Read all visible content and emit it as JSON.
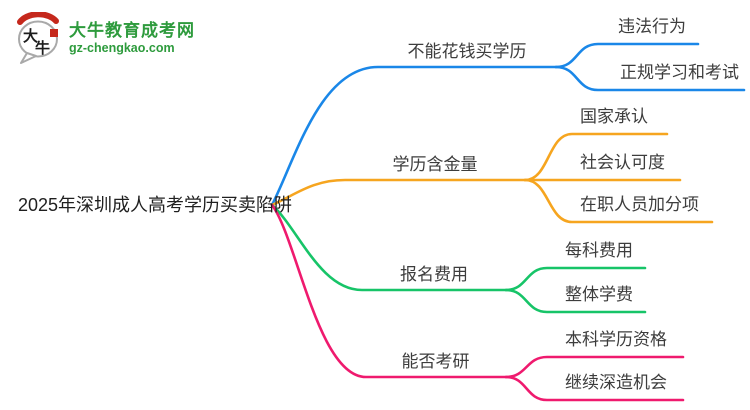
{
  "logo": {
    "title": "大牛教育成考网",
    "domain": "gz-chengkao.com",
    "color": "#2e9b3d",
    "icon_chars": [
      "大",
      "牛"
    ],
    "icon_accent": "#c5281c"
  },
  "mindmap": {
    "root": {
      "label": "2025年深圳成人高考学历买卖陷阱"
    },
    "branches": [
      {
        "label": "不能花钱买学历",
        "color": "#1a87e8",
        "children": [
          {
            "label": "违法行为"
          },
          {
            "label": "正规学习和考试"
          }
        ]
      },
      {
        "label": "学历含金量",
        "color": "#f6a51f",
        "children": [
          {
            "label": "国家承认"
          },
          {
            "label": "社会认可度"
          },
          {
            "label": "在职人员加分项"
          }
        ]
      },
      {
        "label": "报名费用",
        "color": "#17c468",
        "children": [
          {
            "label": "每科费用"
          },
          {
            "label": "整体学费"
          }
        ]
      },
      {
        "label": "能否考研",
        "color": "#ef1a6e",
        "children": [
          {
            "label": "本科学历资格"
          },
          {
            "label": "继续深造机会"
          }
        ]
      }
    ]
  }
}
